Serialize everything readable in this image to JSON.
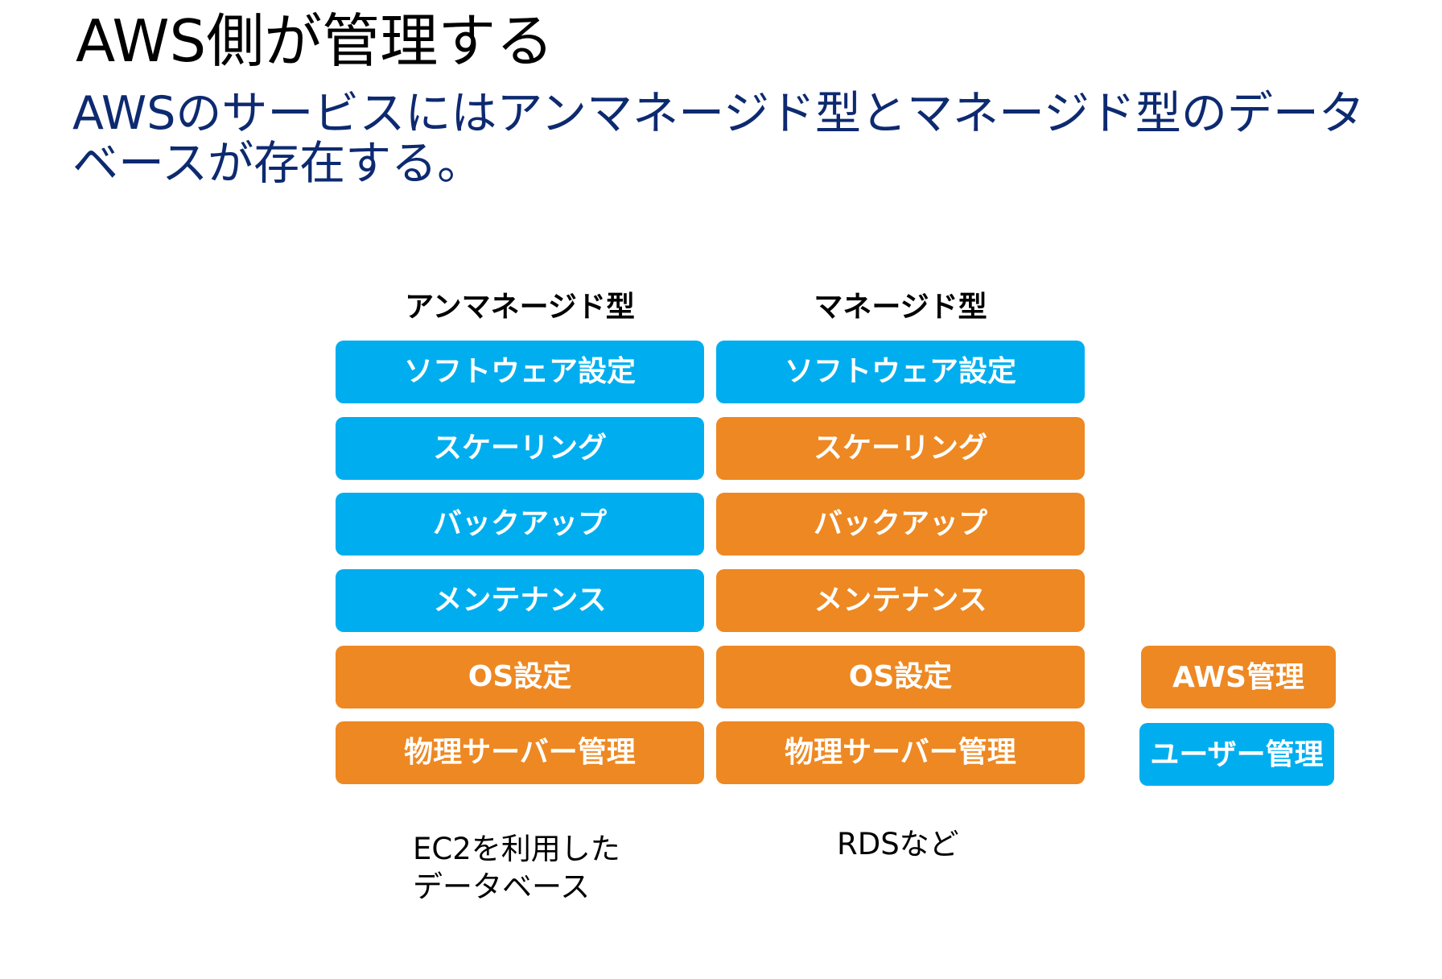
{
  "title": "AWS側が管理する",
  "subtitle": "AWSのサービスにはアンマネージド型とマネージド型のデータベースが存在する。",
  "colors": {
    "user_managed": "#00aeef",
    "aws_managed": "#ee8822",
    "subtitle": "#0d2a70"
  },
  "columns": [
    {
      "header": "アンマネージド型",
      "caption_line1": "EC2を利用した",
      "caption_line2": "データベース",
      "rows": [
        {
          "label": "ソフトウェア設定",
          "managed_by": "user"
        },
        {
          "label": "スケーリング",
          "managed_by": "user"
        },
        {
          "label": "バックアップ",
          "managed_by": "user"
        },
        {
          "label": "メンテナンス",
          "managed_by": "user"
        },
        {
          "label": "OS設定",
          "managed_by": "aws"
        },
        {
          "label": "物理サーバー管理",
          "managed_by": "aws"
        }
      ]
    },
    {
      "header": "マネージド型",
      "caption_line1": "RDSなど",
      "rows": [
        {
          "label": "ソフトウェア設定",
          "managed_by": "user"
        },
        {
          "label": "スケーリング",
          "managed_by": "aws"
        },
        {
          "label": "バックアップ",
          "managed_by": "aws"
        },
        {
          "label": "メンテナンス",
          "managed_by": "aws"
        },
        {
          "label": "OS設定",
          "managed_by": "aws"
        },
        {
          "label": "物理サーバー管理",
          "managed_by": "aws"
        }
      ]
    }
  ],
  "legend": {
    "aws_label": "AWS管理",
    "user_label": "ユーザー管理"
  }
}
